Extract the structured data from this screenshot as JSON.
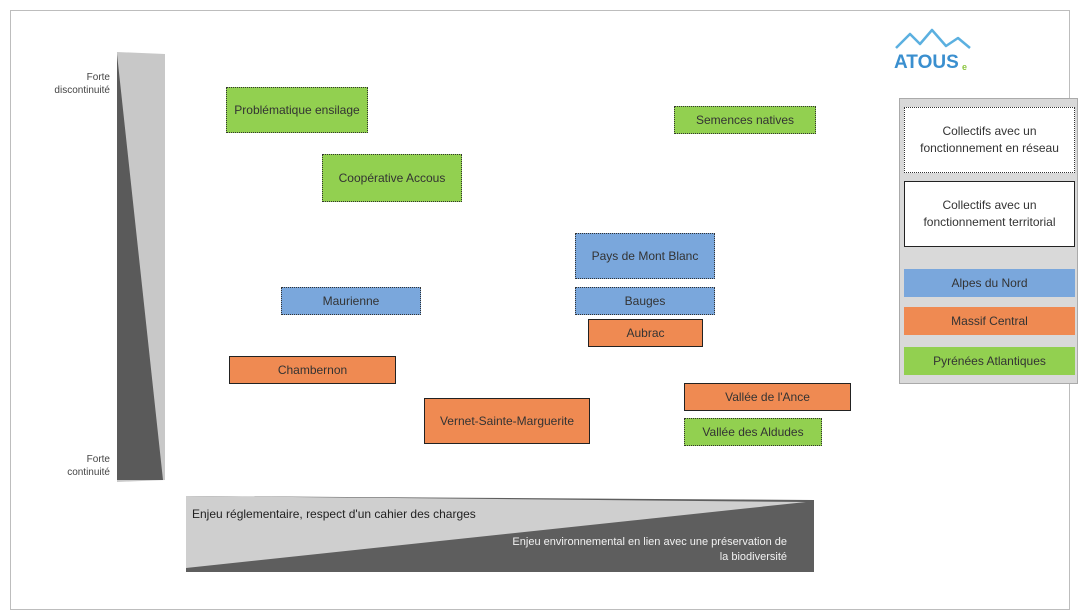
{
  "axes": {
    "vertical_top_label": "Forte\ndiscontinuité",
    "vertical_bottom_label": "Forte\ncontinuité",
    "horizontal_left_label": "Enjeu réglementaire, respect d'un cahier des charges",
    "horizontal_right_label": "Enjeu environnemental en lien avec une préservation de la biodiversité"
  },
  "logo": {
    "text": "ATOUS",
    "icon": "mountain-logo-icon"
  },
  "boxes": {
    "problematique_ensilage": "Problématique ensilage",
    "semences_natives": "Semences natives",
    "cooperative_accous": "Coopérative Accous",
    "pays_de_mont_blanc": "Pays de Mont Blanc",
    "maurienne": "Maurienne",
    "bauges": "Bauges",
    "aubrac": "Aubrac",
    "chambernon": "Chambernon",
    "vallee_de_lance": "Vallée de l'Ance",
    "vernet_sainte_marguerite": "Vernet-Sainte-Marguerite",
    "vallee_des_aldudes": "Vallée des Aldudes"
  },
  "legend": {
    "reseau": "Collectifs avec un fonctionnement en réseau",
    "territorial": "Collectifs avec un fonctionnement territorial",
    "alpes": "Alpes du Nord",
    "massif": "Massif Central",
    "pyrenees": "Pyrénées Atlantiques"
  },
  "colors": {
    "green": "#92d050",
    "blue": "#7aa7dc",
    "orange": "#ef8a52",
    "axis_dark": "#5a5a5a",
    "axis_light": "#c8c8c8"
  }
}
